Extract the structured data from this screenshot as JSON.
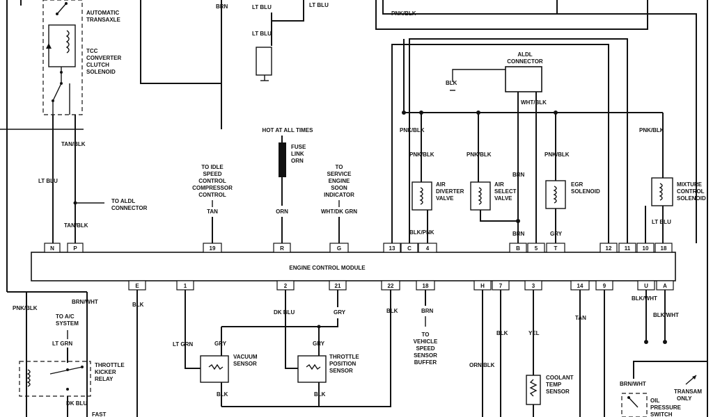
{
  "ecm": {
    "label": "ENGINE CONTROL MODULE"
  },
  "pins_top": [
    "N",
    "P",
    "19",
    "R",
    "G",
    "13",
    "C",
    "4",
    "B",
    "5",
    "T",
    "12",
    "11",
    "10",
    "18"
  ],
  "pins_bottom": [
    "E",
    "1",
    "2",
    "21",
    "22",
    "18",
    "H",
    "7",
    "3",
    "14",
    "9",
    "U",
    "A"
  ],
  "labels": {
    "auto_transaxle": [
      "AUTOMATIC",
      "TRANSAXLE"
    ],
    "tcc": [
      "TCC",
      "CONVERTER",
      "CLUTCH",
      "SOLENOID"
    ],
    "tan_blk": "TAN/BLK",
    "tan_blk2": "TAN/BLK",
    "lt_blu_left": "LT BLU",
    "to_aldl": [
      "TO ALDL",
      "CONNECTOR"
    ],
    "brn_top": "BRN",
    "lt_blu_a": "LT BLU",
    "lt_blu_b": "LT BLU",
    "lt_blu_c": "LT BLU",
    "idle": [
      "TO IDLE",
      "SPEED",
      "CONTROL",
      "COMPRESSOR",
      "CONTROL"
    ],
    "tan": "TAN",
    "hot": "HOT AT ALL TIMES",
    "fuse": [
      "FUSE",
      "LINK",
      "ORN"
    ],
    "orn": "ORN",
    "service": [
      "TO",
      "SERVICE",
      "ENGINE",
      "SOON",
      "INDICATOR"
    ],
    "wht_dk_grn": "WHT/DK GRN",
    "pnk_blk_top": "PNK/BLK",
    "aldl": [
      "ALDL",
      "CONNECTOR"
    ],
    "blk_aldl": "BLK",
    "wht_blk": "WHT/BLK",
    "pnk_blk_a": "PNK/BLK",
    "pnk_blk_b": "PNK/BLK",
    "pnk_blk_c": "PNK/BLK",
    "pnk_blk_d": "PNK/BLK",
    "pnk_blk_e": "PNK/BLK",
    "air_div": [
      "AIR",
      "DIVERTER",
      "VALVE"
    ],
    "air_sel": [
      "AIR",
      "SELECT",
      "VALVE"
    ],
    "brn_mid": "BRN",
    "brn_b": "BRN",
    "egr": [
      "EGR",
      "SOLENOID"
    ],
    "gry_t": "GRY",
    "mixture": [
      "MIXTURE",
      "CONTROL",
      "SOLENOID"
    ],
    "lt_blu_mix": "LT BLU",
    "blk_pnk": "BLK/PNK",
    "pnk_blk_left": "PNK/BLK",
    "brn_wht": "BRN/WHT",
    "blk_e": "BLK",
    "to_ac": [
      "TO A/C",
      "SYSTEM"
    ],
    "lt_grn_ac": "LT GRN",
    "throttle_kicker": [
      "THROTTLE",
      "KICKER",
      "RELAY"
    ],
    "dk_blu_k": "DK BLU",
    "fast": "FAST",
    "lt_grn_v": "LT GRN",
    "dk_blu_2": "DK BLU",
    "gry_21": "GRY",
    "gry_v": "GRY",
    "gry_t2": "GRY",
    "vacuum": [
      "VACUUM",
      "SENSOR"
    ],
    "throttle_pos": [
      "THROTTLE",
      "POSITION",
      "SENSOR"
    ],
    "blk_v": "BLK",
    "blk_t": "BLK",
    "blk_22": "BLK",
    "brn_18": "BRN",
    "vss": [
      "TO",
      "VEHICLE",
      "SPEED",
      "SENSOR",
      "BUFFER"
    ],
    "orn_blk": "ORN/BLK",
    "blk_7": "BLK",
    "yel": "YEL",
    "coolant": [
      "COOLANT",
      "TEMP",
      "SENSOR"
    ],
    "tan_14": "TAN",
    "blk_wht_u": "BLK/WHT",
    "blk_wht_a": "BLK/WHT",
    "brn_wht_oil": "BRN/WHT",
    "oil": [
      "OIL",
      "PRESSURE",
      "SWITCH"
    ],
    "transam": [
      "TRANSAM",
      "ONLY"
    ]
  }
}
